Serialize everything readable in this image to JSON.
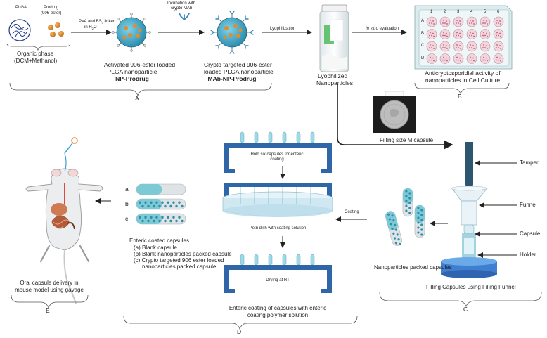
{
  "organic": {
    "plga": "PLGA",
    "prodrug": "Prodrug",
    "prodrug_sub": "(906-ester)",
    "phase_line1": "Organic phase",
    "phase_line2": "(DCM+Methanol)"
  },
  "steps": {
    "pva": "PVA and BS",
    "pva_sub": "3",
    "pva_tail": " linker",
    "water": "in H",
    "water_sub": "2",
    "water_tail": "O",
    "incubation1": "Incubation with",
    "incubation2": "crypto MAb",
    "lyophilization": "Lyophilization",
    "in_vitro": "In vitro",
    "evaluation": " evaluation"
  },
  "np": {
    "line1": "Activated 906-ester loaded",
    "line2": "PLGA nanoparticle",
    "name": "NP-Prodrug"
  },
  "mab": {
    "line1": "Crypto targeted 906-ester",
    "line2": "loaded PLGA nanoparticle",
    "name": "MAb-NP-Prodrug"
  },
  "lyophilized": {
    "line1": "Lyophilized",
    "line2": "Nanoparticles"
  },
  "plate": {
    "line1": "Anticryptosporidial activity of",
    "line2": "nanoparticles in Cell Culture",
    "rows": [
      "A",
      "B",
      "C",
      "D"
    ],
    "cols": [
      "1",
      "2",
      "3",
      "4",
      "5",
      "6"
    ]
  },
  "panel_labels": {
    "a": "A",
    "b": "B",
    "c": "C",
    "d": "D",
    "e": "E"
  },
  "filling": {
    "size_m": "Filling  size M capsule",
    "tamper": "Tamper",
    "funnel": "Funnel",
    "capsule": "Capsule",
    "holder": "Holder",
    "caption": "Filling Capsules using Filling Funnel",
    "packed": "Nanoparticles packed capsules"
  },
  "coating": {
    "hold1": "Hold six capsules for enteric",
    "hold2": "coating",
    "coating": "Coating",
    "petri": "Petri dish with coating solution",
    "drying": "Drying at RT",
    "caption1": "Enteric coating of capsules with enteric",
    "caption2": "coating polymer solution"
  },
  "enteric": {
    "label_a": "a",
    "label_b": "b",
    "label_c": "c",
    "title": "Enteric coated capsules",
    "item_a": "(a) Blank capsule",
    "item_b": "(b) Blank nanoparticles packed capsule",
    "item_c": "(c) Crypto targeted 906 ester loaded",
    "item_c2": "nanoparticles packed capsule"
  },
  "mouse": {
    "line1": "Oral capsule delivery in",
    "line2": "mouse model using gavage"
  }
}
